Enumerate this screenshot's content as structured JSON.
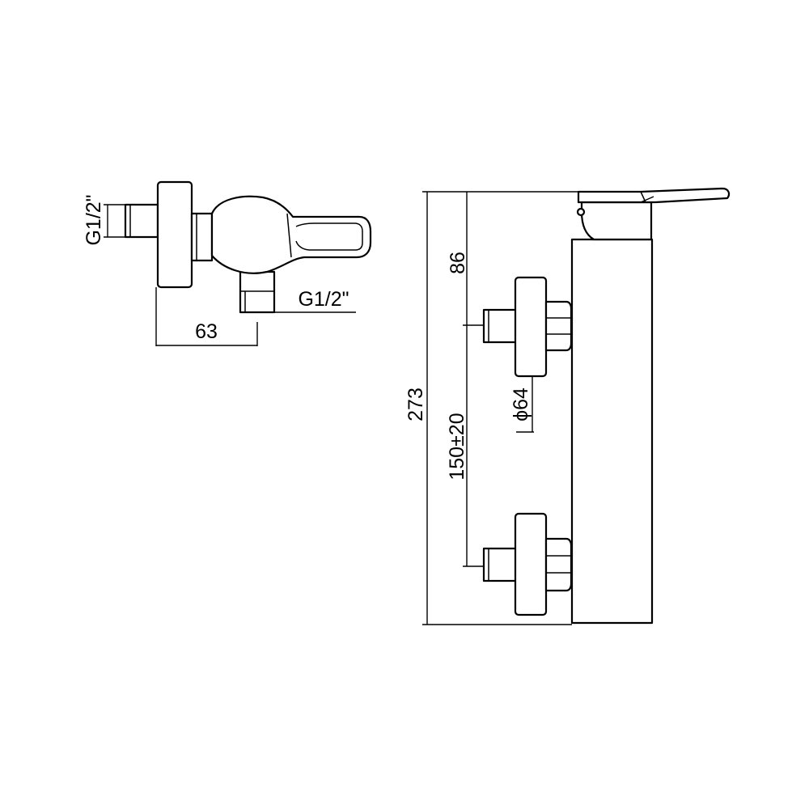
{
  "side_view": {
    "inlet_thread": "G1/2\"",
    "outlet_thread": "G1/2\"",
    "projection": "63"
  },
  "front_view": {
    "height_total": "273",
    "height_to_upper_inlet": "86",
    "inlet_spacing": "150±20",
    "flange_diameter": "ϕ64"
  },
  "colors": {
    "line": "#000000",
    "background": "#ffffff"
  }
}
